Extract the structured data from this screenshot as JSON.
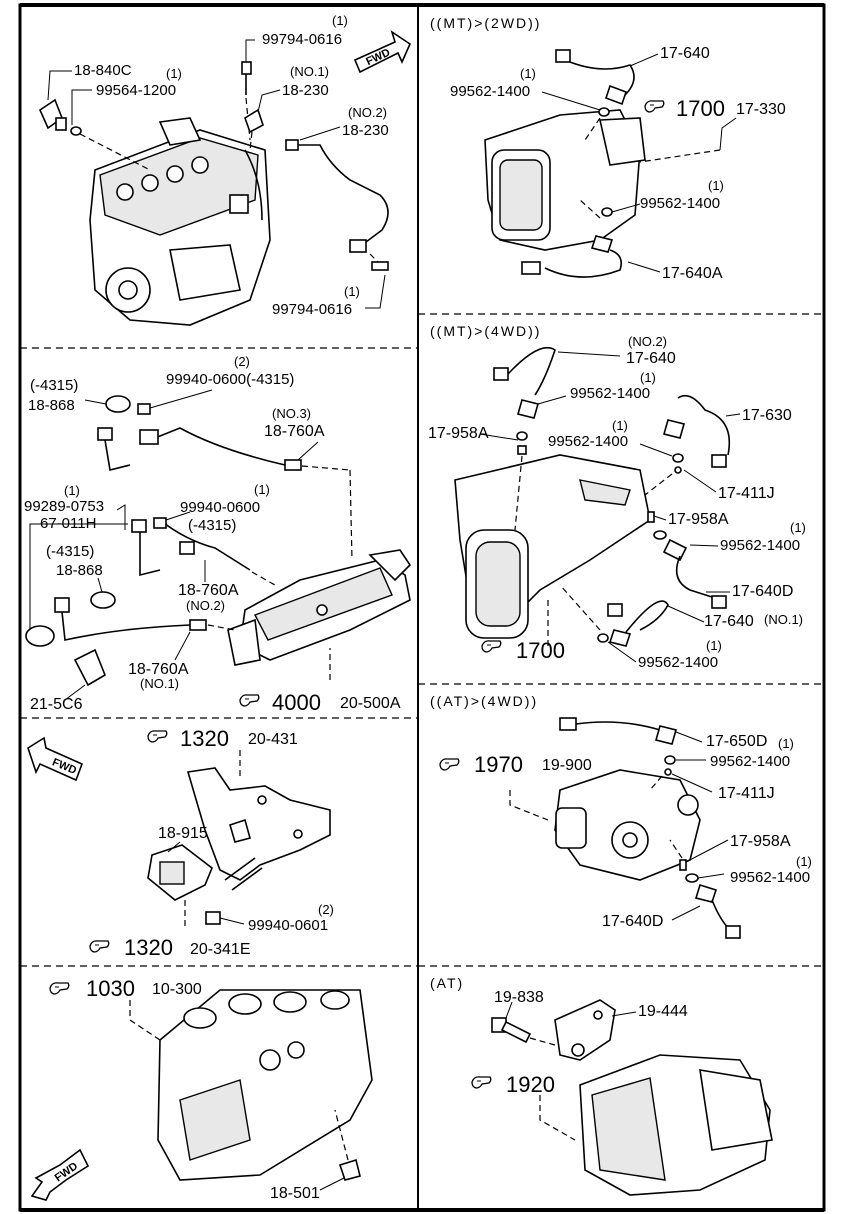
{
  "sections": {
    "engine_head": {
      "labels": [
        "18-840C",
        "(1)",
        "99564-1200",
        "(1)",
        "99794-0616",
        "(NO.1)",
        "18-230",
        "(NO.2)",
        "18-230",
        "(1)",
        "99794-0616"
      ],
      "fwd": "FWD"
    },
    "mt_2wd": {
      "header": "((MT)>(2WD))",
      "labels": [
        "17-640",
        "(1)",
        "99562-1400",
        "1700",
        "17-330",
        "(1)",
        "99562-1400",
        "17-640A"
      ]
    },
    "exhaust": {
      "labels": [
        "(-4315)",
        "18-868",
        "(2)",
        "99940-0600(-4315)",
        "(NO.3)",
        "18-760A",
        "(1)",
        "99289-0753",
        "67-011H",
        "(1)",
        "99940-0600",
        "(-4315)",
        "(-4315)",
        "18-868",
        "18-760A",
        "(NO.2)",
        "18-760A",
        "(NO.1)",
        "21-5C6",
        "4000",
        "20-500A"
      ]
    },
    "mt_4wd": {
      "header": "((MT)>(4WD))",
      "labels": [
        "(NO.2)",
        "17-640",
        "(1)",
        "99562-1400",
        "17-630",
        "17-958A",
        "(1)",
        "99562-1400",
        "17-411J",
        "17-958A",
        "(1)",
        "99562-1400",
        "17-640D",
        "17-640",
        "(NO.1)",
        "(1)",
        "99562-1400",
        "1700"
      ]
    },
    "map_sensor": {
      "labels": [
        "1320",
        "20-431",
        "18-915",
        "(2)",
        "99940-0601",
        "1320",
        "20-341E"
      ],
      "fwd": "FWD"
    },
    "at_4wd": {
      "header": "((AT)>(4WD))",
      "labels": [
        "17-650D",
        "(1)",
        "99562-1400",
        "1970",
        "19-900",
        "17-411J",
        "17-958A",
        "(1)",
        "99562-1400",
        "17-640D"
      ]
    },
    "block": {
      "labels": [
        "1030",
        "10-300",
        "18-501"
      ],
      "fwd": "FWD"
    },
    "at": {
      "header": "(AT)",
      "labels": [
        "19-838",
        "19-444",
        "1920"
      ]
    }
  }
}
